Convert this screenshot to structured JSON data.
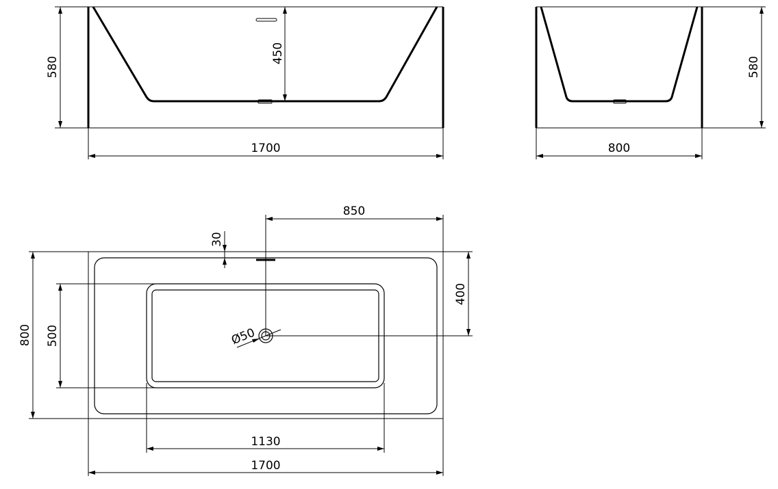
{
  "drawing": {
    "front_view": {
      "total_height": "580",
      "inner_depth": "450",
      "total_length": "1700"
    },
    "side_view": {
      "total_width": "800",
      "total_height": "580"
    },
    "top_view": {
      "drain_offset": "850",
      "rim_offset": "30",
      "drain_to_edge": "400",
      "total_width": "800",
      "basin_width": "500",
      "drain_diameter": "Ø50",
      "basin_length": "1130",
      "total_length": "1700"
    }
  }
}
